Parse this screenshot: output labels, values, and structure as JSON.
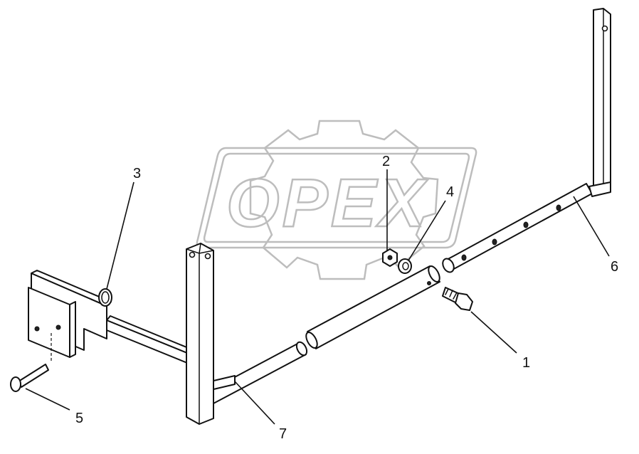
{
  "watermark": {
    "text": "OPEX",
    "color": "#bdbdbd"
  },
  "callouts": [
    {
      "id": "1",
      "label": "1",
      "part": "bolt"
    },
    {
      "id": "2",
      "label": "2",
      "part": "nut"
    },
    {
      "id": "3",
      "label": "3",
      "part": "ring"
    },
    {
      "id": "4",
      "label": "4",
      "part": "washer"
    },
    {
      "id": "5",
      "label": "5",
      "part": "pin"
    },
    {
      "id": "6",
      "label": "6",
      "part": "right-frame"
    },
    {
      "id": "7",
      "label": "7",
      "part": "left-frame"
    }
  ],
  "colors": {
    "line": "#111111",
    "background": "#ffffff"
  }
}
